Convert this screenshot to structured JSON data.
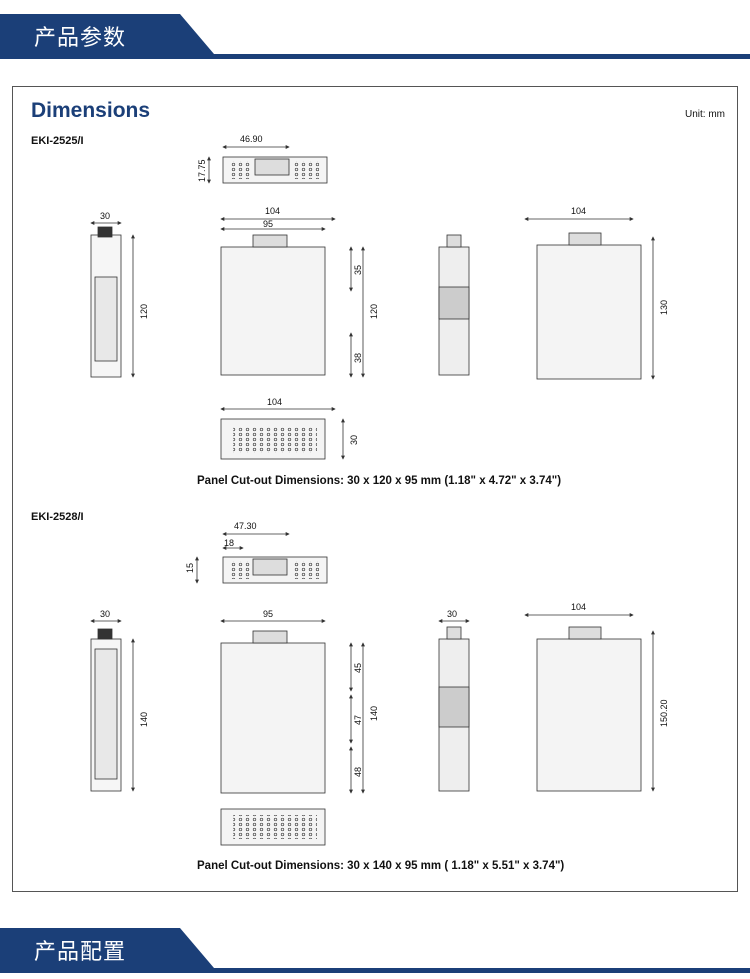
{
  "banners": {
    "top": "产品参数",
    "bottom": "产品配置"
  },
  "sheet": {
    "title": "Dimensions",
    "unit": "Unit: mm"
  },
  "models": [
    {
      "name": "EKI-2525/I",
      "cutout": "Panel Cut-out Dimensions: 30 x 120 x 95 mm (1.18\" x 4.72\" x 3.74\")",
      "dims": {
        "top_w": "46.90",
        "top_h": "17.75",
        "front_w": "30",
        "front_h": "120",
        "side_w": "104",
        "side_inner": "95",
        "side_h": "120",
        "side_top": "35",
        "side_bot": "38",
        "back_w": "104",
        "back_h": "130",
        "bottom_w": "104",
        "bottom_h": "30"
      }
    },
    {
      "name": "EKI-2528/I",
      "cutout": "Panel Cut-out Dimensions: 30 x 140 x 95 mm ( 1.18\" x 5.51\" x 3.74\")",
      "dims": {
        "top_w": "47.30",
        "top_sub": "18",
        "top_h": "15",
        "front_w": "30",
        "front_h": "140",
        "side_w": "95",
        "side_h": "140",
        "side_top": "45",
        "side_mid": "47",
        "side_bot": "48",
        "rear_w": "30",
        "back_w": "104",
        "back_h": "150.20"
      }
    }
  ]
}
